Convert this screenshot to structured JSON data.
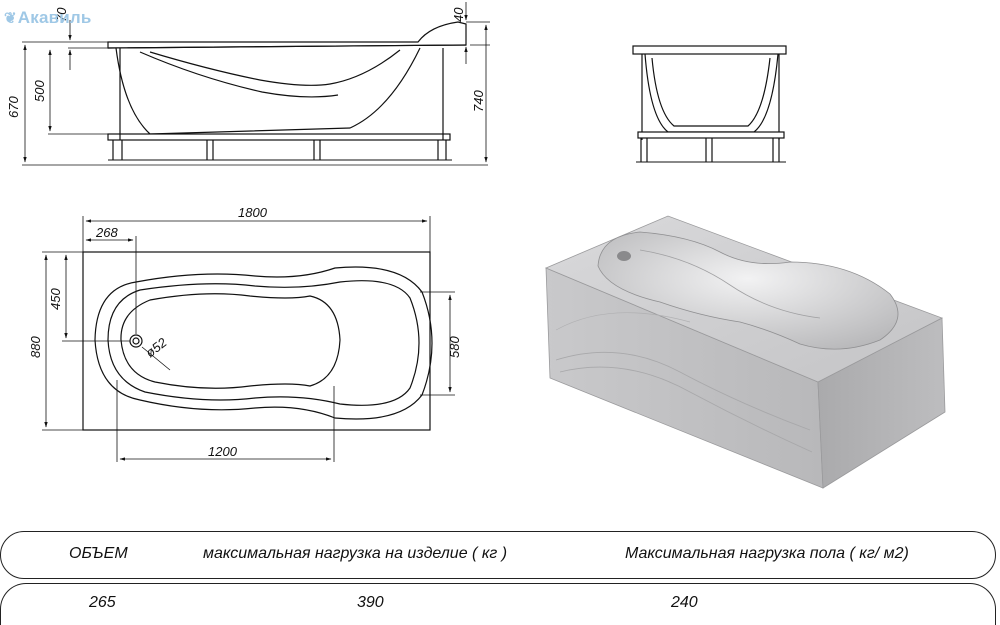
{
  "brand": {
    "name": "Акавиль",
    "icon": "drop-icon"
  },
  "dimensions": {
    "side": {
      "rim_thickness": "70",
      "depth": "500",
      "total_height": "670",
      "top": "40",
      "leg_height": "740"
    },
    "plan": {
      "length": "1800",
      "drain_offset": "268",
      "half_width": "450",
      "width": "880",
      "inner_width": "580",
      "diameter": "ø52",
      "inner_length": "1200"
    }
  },
  "specs": {
    "headers": [
      "ОБЪЕМ",
      "максимальная нагрузка на изделие  ( кг )",
      "Максимальная нагрузка пола  ( кг/ м2)"
    ],
    "values": [
      "265",
      "390",
      "240"
    ]
  }
}
